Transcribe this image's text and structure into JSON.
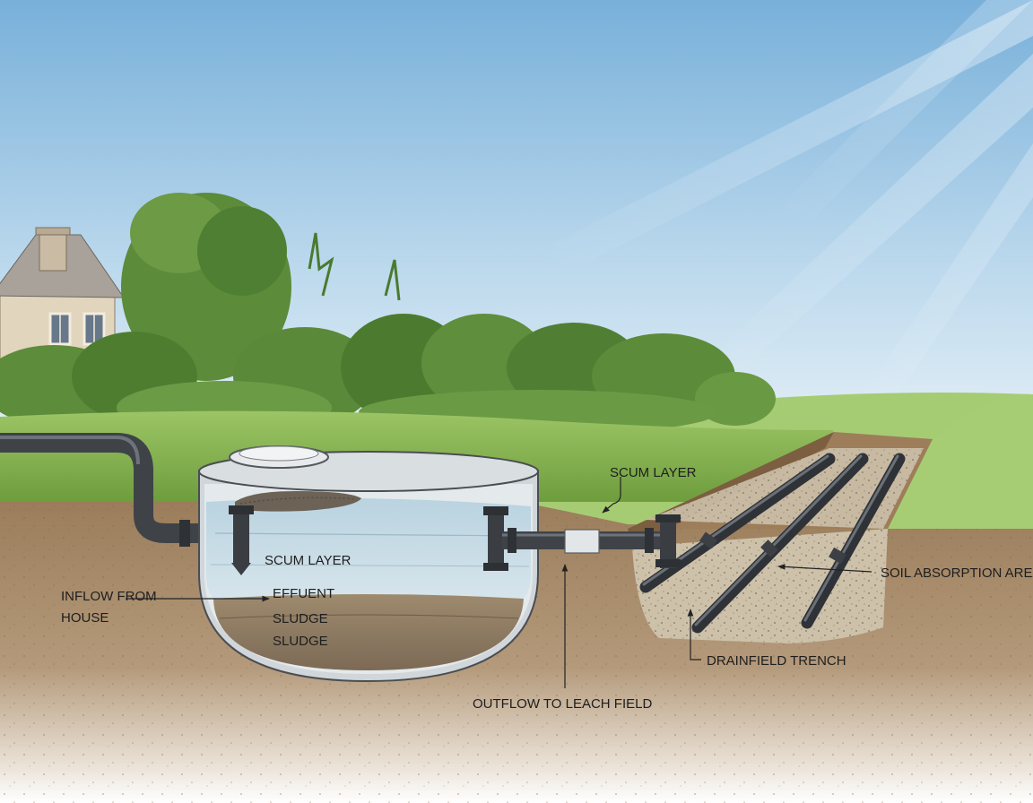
{
  "labels": {
    "scum_top": "SCUM LAYER",
    "scum_inner": "SCUM LAYER",
    "inflow_line1": "INFLOW FROM",
    "inflow_line2": "HOUSE",
    "effluent": "EFFUENT",
    "sludge1": "SLUDGE",
    "sludge2": "SLUDGE",
    "outflow": "OUTFLOW TO LEACH FIELD",
    "soil_absorption": "SOIL ABSORPTION AREA",
    "drainfield": "DRAINFIELD TRENCH"
  },
  "colors": {
    "sky_top": "#7fb4dc",
    "sky_bottom": "#eaf3f8",
    "grass": "#8dbb55",
    "soil": "#a88c6c",
    "trench_fill": "#cbbfa8",
    "pipe": "#3f4348",
    "water": "#c4d8e2",
    "sludge": "#8f7a5f"
  }
}
